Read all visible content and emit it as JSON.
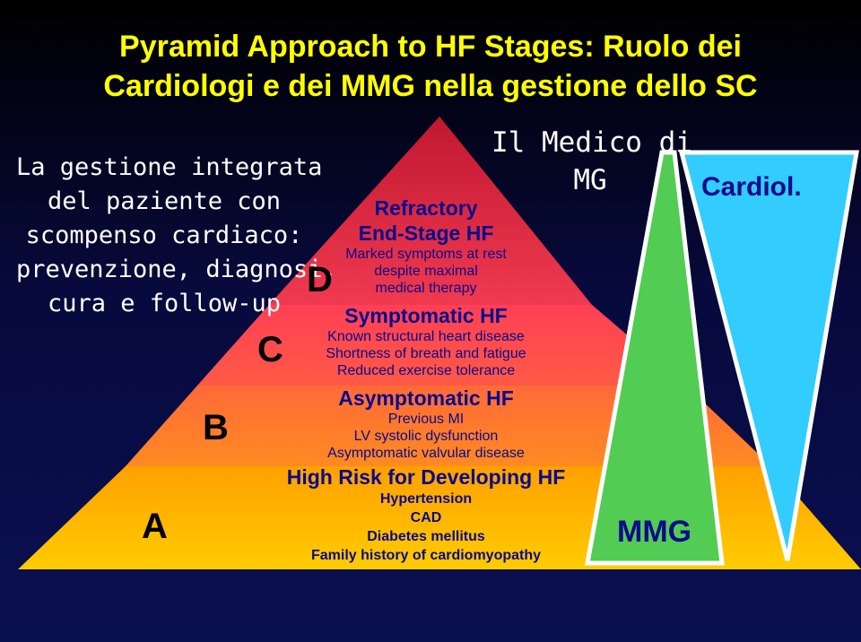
{
  "title": {
    "line1": "Pyramid Approach to HF Stages: Ruolo dei",
    "line2": "Cardiologi e dei MMG nella gestione dello SC"
  },
  "left_text": {
    "line1": "La gestione integrata",
    "line2": "del paziente con",
    "line3": "scompenso cardiaco:",
    "line4": "prevenzione, diagnosi,",
    "line5": "cura e follow-up"
  },
  "stages": {
    "d": {
      "letter": "D",
      "heading1": "Refractory",
      "heading2": "End-Stage HF",
      "line1": "Marked symptoms at rest",
      "line2": "despite maximal",
      "line3": "medical therapy",
      "color": "#e8334a"
    },
    "c": {
      "letter": "C",
      "heading": "Symptomatic HF",
      "line1": "Known structural heart disease",
      "line2": "Shortness of breath and fatigue",
      "line3": "Reduced exercise tolerance",
      "color": "#ff4a50"
    },
    "b": {
      "letter": "B",
      "heading": "Asymptomatic HF",
      "line1": "Previous MI",
      "line2": "LV systolic dysfunction",
      "line3": "Asymptomatic valvular disease",
      "color": "#ff7a2e"
    },
    "a": {
      "letter": "A",
      "heading": "High Risk for Developing HF",
      "line1": "Hypertension",
      "line2": "CAD",
      "line3": "Diabetes mellitus",
      "line4": "Family history of cardiomyopathy",
      "color": "#ffb400"
    }
  },
  "mg_label": {
    "line1": "Il Medico di",
    "line2": "MG"
  },
  "cardiol_label": "Cardiol.",
  "mmg_label": "MMG",
  "colors": {
    "title": "#ffff00",
    "text_navy": "#0a0a8c",
    "mmg_triangle": "#52cc52",
    "cardiol_triangle": "#33ccff"
  }
}
